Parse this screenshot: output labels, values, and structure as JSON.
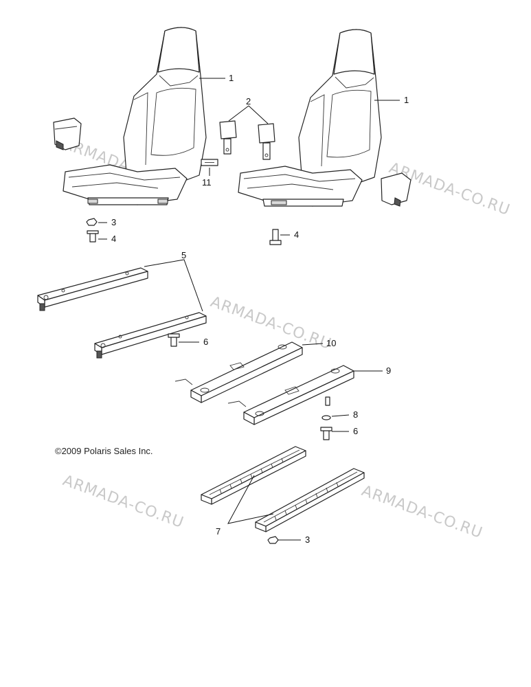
{
  "copyright": "©2009 Polaris Sales Inc.",
  "watermark": "ARMADA-CO.RU",
  "callouts": [
    "1",
    "1",
    "2",
    "11",
    "3",
    "4",
    "4",
    "5",
    "6",
    "10",
    "9",
    "8",
    "6",
    "7",
    "3"
  ]
}
